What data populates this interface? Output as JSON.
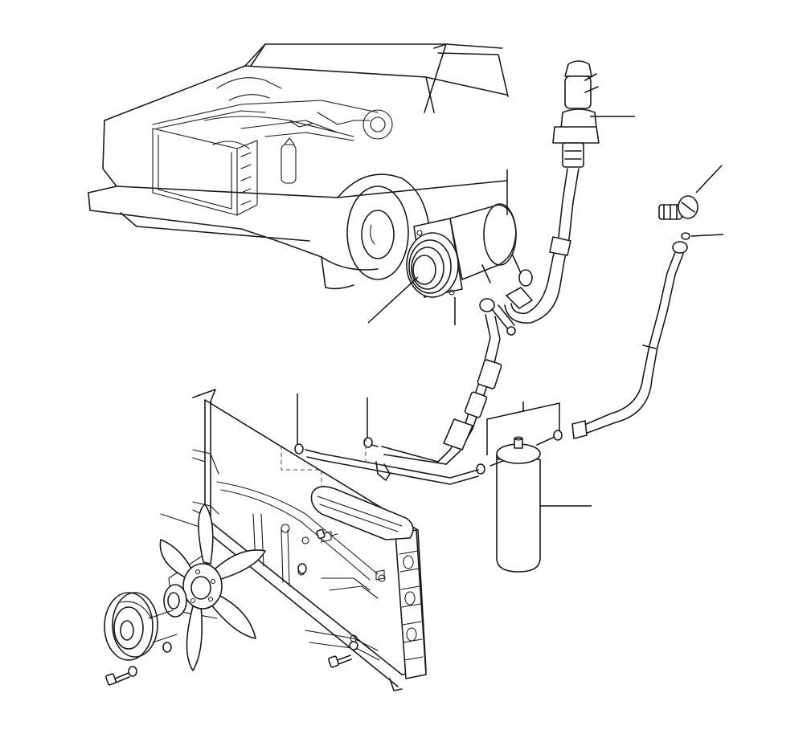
{
  "diagram": {
    "components": [
      {
        "id": "vehicle",
        "icon": "car-outline-icon"
      },
      {
        "id": "compressor",
        "icon": "compressor-icon"
      },
      {
        "id": "compressor-clutch-pulley",
        "icon": "pulley-icon"
      },
      {
        "id": "suction-hose",
        "icon": "hose-icon"
      },
      {
        "id": "service-valve",
        "icon": "valve-icon"
      },
      {
        "id": "o-ring-seal",
        "icon": "seal-icon"
      },
      {
        "id": "liquid-line",
        "icon": "pipe-icon"
      },
      {
        "id": "discharge-hose",
        "icon": "hose-icon"
      },
      {
        "id": "receiver-drier",
        "icon": "canister-icon"
      },
      {
        "id": "condenser",
        "icon": "condenser-icon"
      },
      {
        "id": "cooling-fan",
        "icon": "fan-icon"
      },
      {
        "id": "fan-pulley",
        "icon": "pulley-icon"
      },
      {
        "id": "bolts-washers",
        "icon": "bolt-icon"
      }
    ],
    "leader_count": 11
  }
}
